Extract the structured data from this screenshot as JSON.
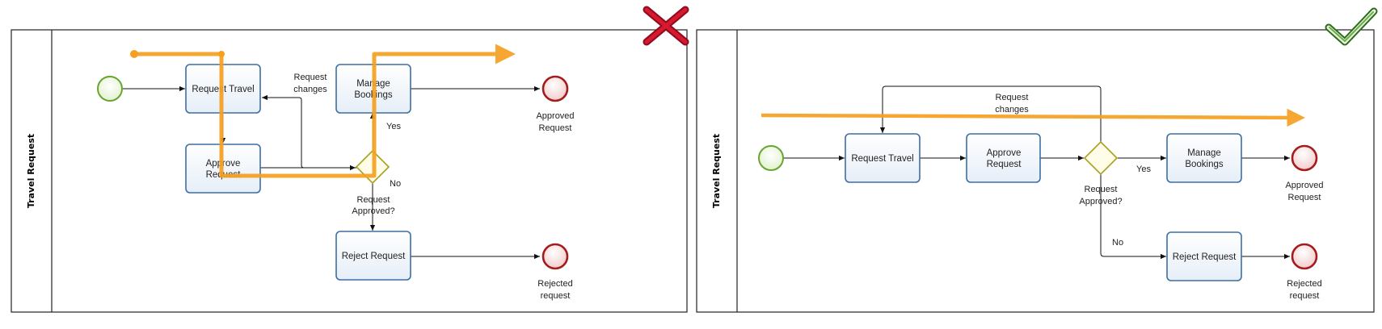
{
  "colors": {
    "task_fill": "#f4f8fd",
    "task_stroke": "#3b6fa3",
    "start_stroke": "#68a530",
    "end_stroke": "#a51c1c",
    "gateway_stroke": "#a8a020",
    "gateway_fill": "#fffde8",
    "path_highlight": "#f5a020",
    "bad_mark": "#c8102e",
    "good_mark": "#5a9a35"
  },
  "left_diagram": {
    "verdict_icon": "x-mark-icon",
    "lane_title": "Travel Request",
    "tasks": {
      "request_travel": [
        "Request Travel"
      ],
      "approve_request": [
        "Approve",
        "Request"
      ],
      "manage_bookings": [
        "Manage",
        "Bookings"
      ],
      "reject_request": [
        "Reject Request"
      ]
    },
    "gateway_label": [
      "Request",
      "Approved?"
    ],
    "end_approved_label": [
      "Approved",
      "Request"
    ],
    "end_rejected_label": [
      "Rejected",
      "request"
    ],
    "flow_labels": {
      "request_changes": [
        "Request",
        "changes"
      ],
      "yes": "Yes",
      "no": "No"
    }
  },
  "right_diagram": {
    "verdict_icon": "check-mark-icon",
    "lane_title": "Travel Request",
    "tasks": {
      "request_travel": [
        "Request Travel"
      ],
      "approve_request": [
        "Approve",
        "Request"
      ],
      "manage_bookings": [
        "Manage",
        "Bookings"
      ],
      "reject_request": [
        "Reject Request"
      ]
    },
    "gateway_label": [
      "Request",
      "Approved?"
    ],
    "end_approved_label": [
      "Approved",
      "Request"
    ],
    "end_rejected_label": [
      "Rejected",
      "request"
    ],
    "flow_labels": {
      "request_changes": [
        "Request",
        "changes"
      ],
      "yes": "Yes",
      "no": "No"
    }
  }
}
